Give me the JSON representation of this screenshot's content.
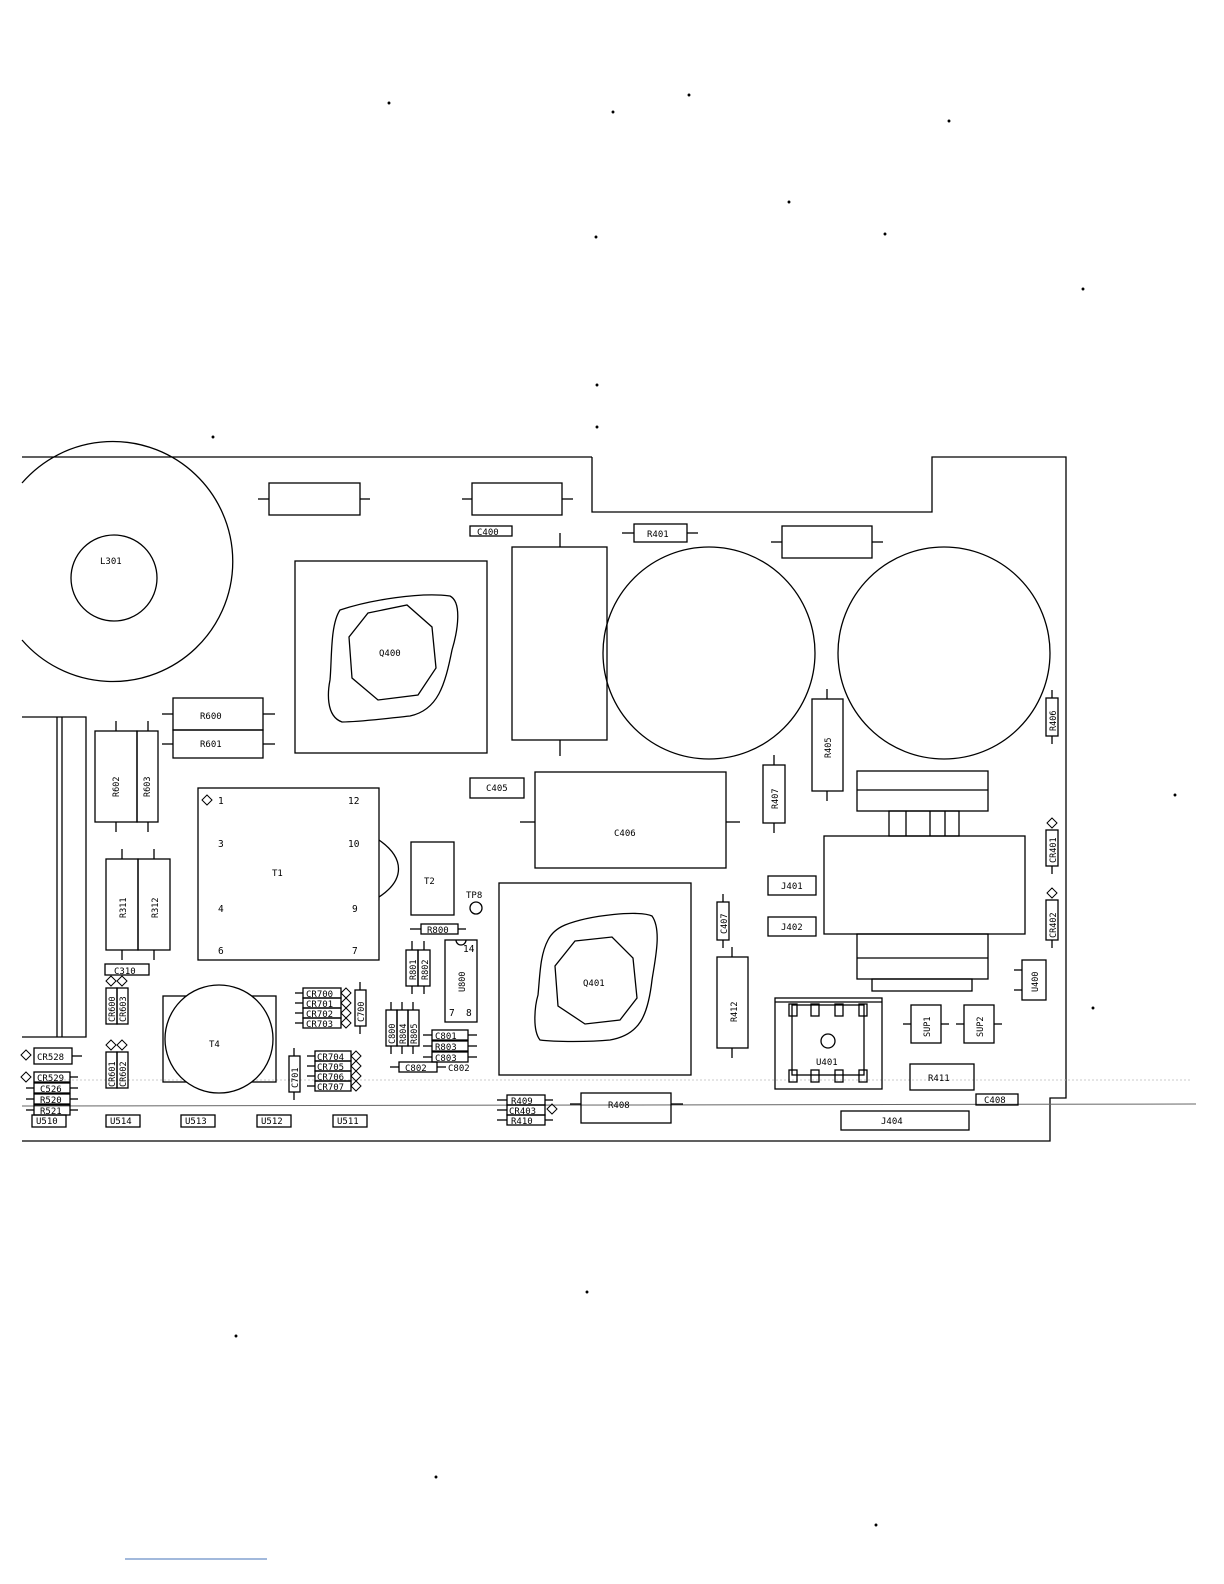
{
  "labels": {
    "L301": "L301",
    "Q400": "Q400",
    "Q401": "Q401",
    "C400": "C400",
    "R401": "R401",
    "R600": "R600",
    "R601": "R601",
    "R602": "R602",
    "R603": "R603",
    "R311": "R311",
    "R312": "R312",
    "C310": "C310",
    "T1": "T1",
    "T2": "T2",
    "T4": "T4",
    "TP8": "TP8",
    "C405": "C405",
    "C406": "C406",
    "R407": "R407",
    "R405": "R405",
    "R406": "R406",
    "J401": "J401",
    "J402": "J402",
    "C407": "C407",
    "R412": "R412",
    "U401": "U401",
    "SUP1": "SUP1",
    "SUP2": "SUP2",
    "R411": "R411",
    "C408": "C408",
    "J404": "J404",
    "R408": "R408",
    "R409": "R409",
    "CR403": "CR403",
    "R410": "R410",
    "CR401": "CR401",
    "CR402": "CR402",
    "U400": "U400",
    "R800": "R800",
    "R801": "R801",
    "R802": "R802",
    "U800": "U800",
    "C800": "C800",
    "R804": "R804",
    "R805": "R805",
    "C801": "C801",
    "R803": "R803",
    "C803": "C803",
    "C802a": "C802",
    "C802b": "C802",
    "CR700": "CR700",
    "CR701": "CR701",
    "CR702": "CR702",
    "CR703": "CR703",
    "C700": "C700",
    "C701": "C701",
    "CR704": "CR704",
    "CR705": "CR705",
    "CR706": "CR706",
    "CR707": "CR707",
    "CR600": "CR600",
    "CR603": "CR603",
    "CR601": "CR601",
    "CR602": "CR602",
    "CR528": "CR528",
    "CR529": "CR529",
    "C526": "C526",
    "R520": "R520",
    "R521": "R521",
    "U510": "U510",
    "U514": "U514",
    "U513": "U513",
    "U512": "U512",
    "U511": "U511"
  },
  "t1_pins": {
    "p1": "1",
    "p3": "3",
    "p4": "4",
    "p6": "6",
    "p12": "12",
    "p10": "10",
    "p9": "9",
    "p7": "7"
  },
  "u800_pins": {
    "p14": "14",
    "p7": "7",
    "p8": "8"
  }
}
